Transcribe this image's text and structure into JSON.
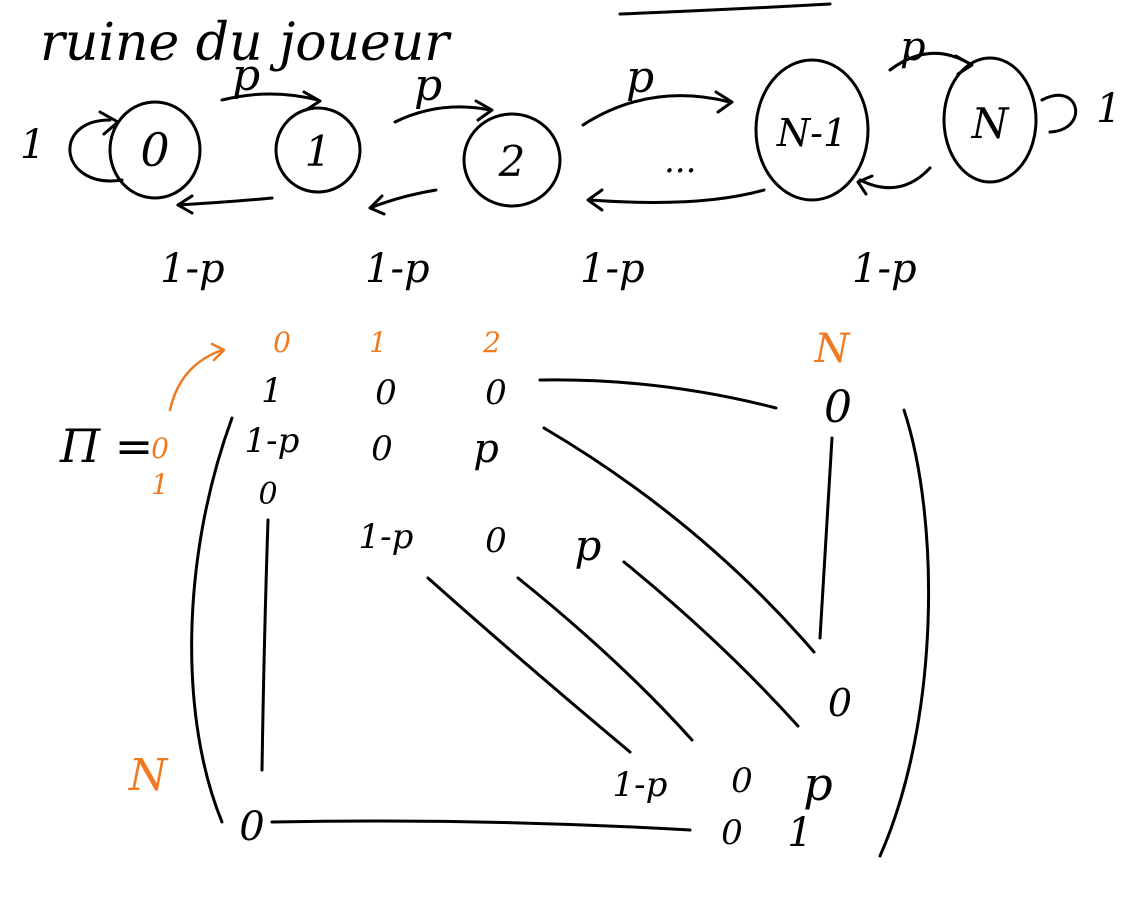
{
  "colors": {
    "ink": "#000000",
    "index_ink": "#f07a20",
    "paper": "#ffffff"
  },
  "title": "ruine du joueur",
  "chain": {
    "states": [
      "0",
      "1",
      "2",
      "N-1",
      "N"
    ],
    "ellipsis": "...",
    "forward_label": "p",
    "backward_label": "1-p",
    "self_loop_label": "1"
  },
  "matrix": {
    "symbol": "Π =",
    "column_indices": [
      "0",
      "1",
      "2",
      "N"
    ],
    "row_indices": [
      "0",
      "1",
      "N"
    ],
    "entries": {
      "r0": [
        "1",
        "0",
        "0",
        "0"
      ],
      "r1": [
        "1-p",
        "0",
        "p"
      ],
      "r2": [
        "0"
      ],
      "r3": [
        "1-p",
        "0",
        "p"
      ],
      "r_bottom_right_zero": "0",
      "r_penultimate": [
        "1-p",
        "0",
        "p"
      ],
      "r_last": [
        "0",
        "0",
        "1"
      ]
    }
  }
}
